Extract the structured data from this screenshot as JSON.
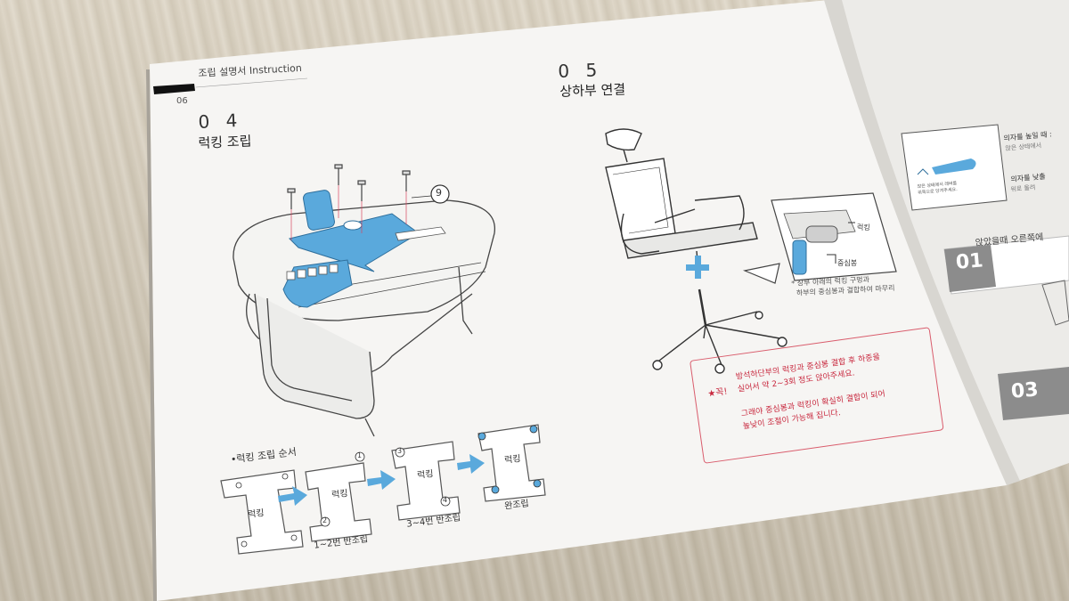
{
  "manual": {
    "header": "조립 설명서 Instruction",
    "page_number": "06",
    "step04": {
      "number": "0 4",
      "title": "럭킹 조립",
      "callout": "9"
    },
    "step05": {
      "number": "0 5",
      "title": "상하부 연결",
      "label_rocking": "럭킹",
      "label_center": "중심봉",
      "note": "* 상부 아래의 럭킹 구멍과\n  하부의 중심봉과 결합하여 마무리"
    },
    "sequence": {
      "title": "•럭킹 조립 순서",
      "plate_label": "럭킹",
      "steps": [
        {
          "caption": ""
        },
        {
          "caption": "1~2번 반조립",
          "badges": [
            "1",
            "2"
          ]
        },
        {
          "caption": "3~4번 반조립",
          "badges": [
            "3",
            "4"
          ]
        },
        {
          "caption": "완조립"
        }
      ]
    },
    "warning": {
      "star": "★꼭!",
      "text": "방석하단부의 럭킹과 중심봉 결합 후 하중을\n실어서 약 2~3회 정도 앉아주세요.\n\n그래야 중심봉과 럭킹이 확실히 결합이 되어\n높낮이 조절이 가능해 집니다."
    },
    "right_page": {
      "line1": "의자를 높일 때 :",
      "line2": "앉은 상태에서",
      "line3": "의자를 낮출",
      "line4": "위로 올려",
      "step_a": "01",
      "step_a_text": "앉았을때 오른쪽에",
      "step_b": "03",
      "lever_text": "앉은 상태에서 레버를\n위쪽으로 당겨주세요."
    }
  },
  "colors": {
    "accent_blue": "#5aa9dc",
    "warning_red": "#d95c6c",
    "paper": "#f6f5f3"
  }
}
